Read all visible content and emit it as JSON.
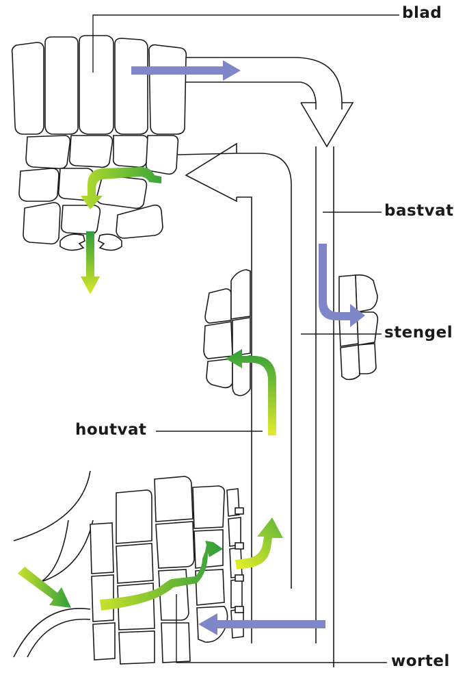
{
  "labels": {
    "blad": "blad",
    "bastvat": "bastvat",
    "stengel": "stengel",
    "houtvat": "houtvat",
    "wortel": "wortel"
  },
  "colors": {
    "phloem_flow": "#7f87c9",
    "xylem_flow_green": "#3fae3a",
    "xylem_flow_yellow": "#e4ea2c",
    "outline": "#1a1a1a"
  }
}
